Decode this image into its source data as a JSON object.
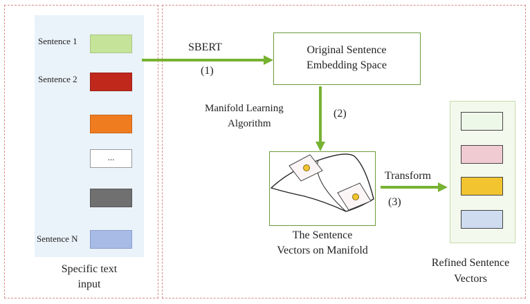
{
  "left_panel": {
    "sentences": [
      {
        "label": "Sentence 1",
        "color": "#c5e49a"
      },
      {
        "label": "Sentence 2",
        "color": "#c0281c"
      },
      {
        "label": "",
        "color": "#f07c20"
      },
      {
        "label": "",
        "text": "...",
        "color": "#ffffff"
      },
      {
        "label": "",
        "color": "#707070"
      },
      {
        "label": "Sentence N",
        "color": "#a7bbe6"
      }
    ],
    "caption_line1": "Specific text",
    "caption_line2": "input"
  },
  "step1": {
    "label": "SBERT",
    "number": "(1)"
  },
  "original_space": {
    "line1": "Original Sentence",
    "line2": "Embedding Space"
  },
  "step2": {
    "label_line1": "Manifold Learning",
    "label_line2": "Algorithm",
    "number": "(2)"
  },
  "manifold": {
    "caption_line1": "The Sentence",
    "caption_line2": "Vectors on Manifold"
  },
  "step3": {
    "label": "Transform",
    "number": "(3)"
  },
  "refined": {
    "vectors": [
      {
        "color": "#eef8e8"
      },
      {
        "color": "#f0ccd2"
      },
      {
        "color": "#f2c430"
      },
      {
        "color": "#cfdcf0"
      }
    ],
    "caption_line1": "Refined Sentence",
    "caption_line2": "Vectors"
  },
  "colors": {
    "arrow": "#77b232",
    "frame_dash": "#d98a8a",
    "box_border": "#6a9a3a",
    "panel_fill": "#eaf2fa"
  }
}
